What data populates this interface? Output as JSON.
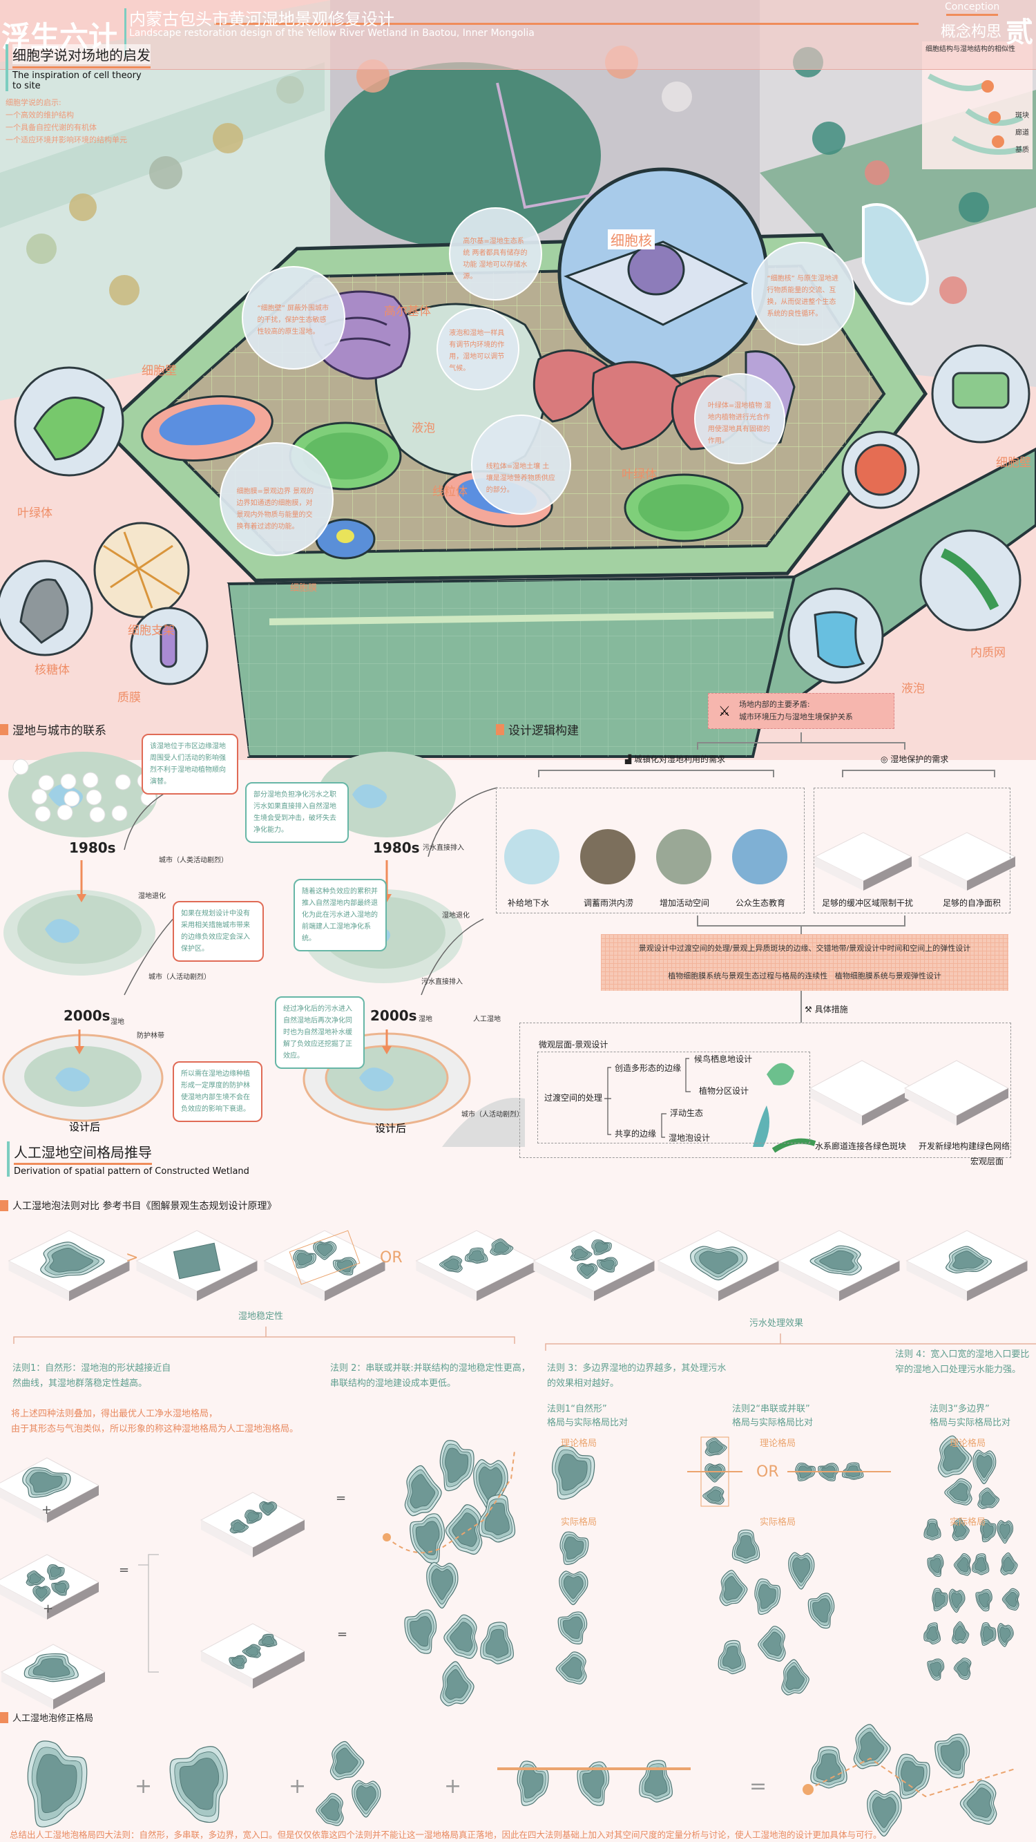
{
  "header": {
    "title": "浮生六计",
    "subtitle_cn": "内蒙古包头市黄河湿地景观修复设计",
    "subtitle_en": "Landscape restoration design of the Yellow River Wetland in Baotou, Inner Mongolia",
    "right_en": "Conception",
    "right_cn": "概念构思",
    "right_num": "贰"
  },
  "inspiration": {
    "title": "细胞学说对场地的启发",
    "subtitle_en": "The inspiration of cell theory to site",
    "lead": "细胞学说的启示:",
    "points": [
      "一个高效的维护结构",
      "一个具备自控代谢的有机体",
      "一个适应环境并影响环境的结构单元"
    ]
  },
  "similarity": {
    "title": "细胞结构与湿地结构的相似性",
    "labels": [
      "斑块",
      "廊道",
      "基质"
    ]
  },
  "cell": {
    "labels": {
      "nucleus": "细胞核",
      "golgi": "高尔基体",
      "vacuole": "液泡",
      "mitochondria": "线粒体",
      "chloroplast": "叶绿体",
      "cell_wall_left": "细胞壁",
      "chloroplast_left": "叶绿体",
      "ribosome": "核糖体",
      "cytoskeleton": "细胞支架",
      "plasma_membrane": "质膜",
      "membrane": "细胞膜",
      "vacuole_right": "液泡",
      "er": "内质网",
      "cell_wall_right": "细胞壁"
    },
    "bubbles": {
      "golgi": "高尔基=湿地生态系统 两者都具有储存的功能 湿地可以存储水源。",
      "vacuole": "液泡和湿地一样具有调节内环境的作用，湿地可以调节气候。",
      "wall": "“细胞壁” 屏蔽外围城市的干扰，保护生态敏感性较高的原生湿地。",
      "membrane": "细胞膜=景观边界 景观的边界如通透的细胞膜，对景观内外物质与能量的交换有着过滤的功能。",
      "mitochondria": "线粒体=湿地土壤 土壤是湿地营养物质供应的部分。",
      "chloroplast": "叶绿体=湿地植物 湿地内植物进行光合作用使湿地具有固碳的作用。",
      "nucleus": "“细胞核” 与原生湿地进行物质能量的交流、互换，从而促进整个生态系统的良性循环。"
    }
  },
  "city": {
    "title": "湿地与城市的联系",
    "callouts": [
      "该湿地位于市区边缘湿地周围受人们活动的影响强烈不利于湿地动植物顺向演替。",
      "部分湿地负担净化污水之职污水如果直接排入自然湿地生境会受到冲击，破坏失去净化能力。",
      "随着这种负效应的累积并推入自然湿地内部最终退化为此在污水进入湿地的前端建人工湿地净化系统。",
      "如果在规划设计中没有采用相关措施城市带来的边缘负效应定会深入保护区。",
      "经过净化后的污水进入自然湿地后再次净化同时也为自然湿地补水缓解了负效应还挖掘了正效应。",
      "所以需在湿地边缘种植形成一定厚度的防护林使湿地内部生境不会在负效应的影响下衰退。"
    ],
    "years": [
      "1980s",
      "1980s",
      "2000s",
      "2000s"
    ],
    "after": [
      "设计后",
      "设计后"
    ],
    "labels": {
      "city_intense": "城市（人类活动剧烈）",
      "city_intense2": "城市（人活动剧烈）",
      "sewage": "污水直接排入",
      "degrade": "湿地退化",
      "wetland": "湿地",
      "shelter": "防护林带",
      "artificial": "人工湿地"
    }
  },
  "logic": {
    "title": "设计逻辑构建",
    "conflict_title": "场地内部的主要矛盾:",
    "conflict_body": "城市环境压力与湿地生境保护关系",
    "branch_left": "城镇化对湿地利用的需求",
    "branch_right": "湿地保护的需求",
    "left_items": [
      "补给地下水",
      "调蓄雨洪内涝",
      "增加活动空间",
      "公众生态教育"
    ],
    "right_items": [
      "足够的缓冲区域限制干扰",
      "足够的自净面积"
    ],
    "strategy_line1": "景观设计中过渡空间的处理/景观上异质斑块的边缘、交错地带/景观设计中时间和空间上的弹性设计",
    "strategy_line2a": "植物细胞膜系统与景观生态过程与格局的连续性",
    "strategy_line2b": "植物细胞膜系统与景观弹性设计",
    "measures": "具体措施",
    "micro_title": "微观层面-景观设计",
    "tree": {
      "root": "过渡空间的处理",
      "b1": "创造多形态的边缘",
      "b1a": "候鸟栖息地设计",
      "b1b": "植物分区设计",
      "b2": "共享的边缘",
      "b2a": "浮动生态",
      "b2b": "湿地泡设计"
    },
    "macro_items": [
      "水系廊道连接各绿色斑块",
      "开发新绿地构建绿色网络"
    ],
    "macro_title": "宏观层面"
  },
  "derivation": {
    "title": "人工湿地空间格局推导",
    "subtitle_en": "Derivation of spatial pattern of Constructed Wetland",
    "compare_title": "人工湿地泡法则对比 参考书目《图解景观生态规划设计原理》",
    "or_label": "OR",
    "gt_label": ">",
    "group_stability": "湿地稳定性",
    "group_sewage": "污水处理效果",
    "laws": [
      "法则1：自然形：湿地泡的形状越接近自然曲线，其湿地群落稳定性越高。",
      "法则 2：串联或并联:并联结构的湿地稳定性更高，串联结构的湿地建设成本更低。",
      "法则 3：多边界湿地的边界越多，其处理污水的效果相对越好。",
      "法则 4：宽入口宽的湿地入口要比窄的湿地入口处理污水能力强。"
    ],
    "summary_line1": "将上述四种法则叠加，得出最优人工净水湿地格局，",
    "summary_line2": "由于其形态与气泡类似，所以形象的称这种湿地格局为人工湿地泡格局。",
    "comparisons": [
      {
        "title1": "法则1“自然形”",
        "title2": "格局与实际格局比对"
      },
      {
        "title1": "法则2“串联或并联”",
        "title2": "格局与实际格局比对"
      },
      {
        "title1": "法则3“多边界”",
        "title2": "格局与实际格局比对"
      }
    ],
    "theory": "理论格局",
    "actual": "实际格局",
    "plus": "+",
    "equals": "=",
    "revised_title": "人工湿地泡修正格局",
    "conclusion": "总结出人工湿地泡格局四大法则：自然形，多串联，多边界，宽入口。但是仅仅依靠这四个法则并不能让这一湿地格局真正落地，因此在四大法则基础上加入对其空间尺度的定量分析与讨论，使人工湿地泡的设计更加具体与可行。"
  },
  "colors": {
    "accent": "#f08c5a",
    "teal": "#5e9e8f",
    "pink": "#f9d9d6",
    "blob": "#6f9895"
  }
}
